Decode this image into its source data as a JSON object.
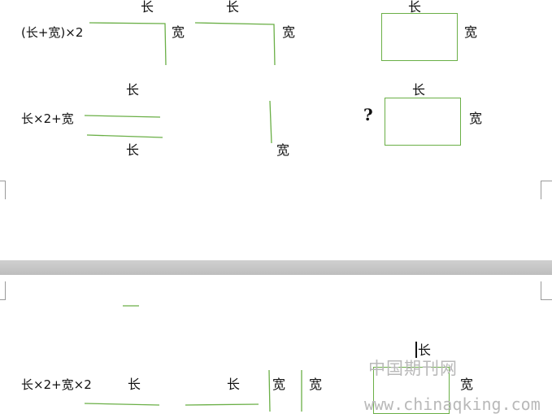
{
  "labels": {
    "long": "长",
    "wide": "宽",
    "question": "?"
  },
  "rows": {
    "row1_formula": "(长+宽)×2",
    "row2_formula": "长×2+宽",
    "row3_formula": "长×2+宽×2"
  },
  "watermark": {
    "cn": "中国期刊网",
    "url": "www.chinaqking.com"
  },
  "colors": {
    "line": "#6aaf46",
    "page_gap": "#c4c4c4",
    "watermark": "#b9b9b9"
  }
}
